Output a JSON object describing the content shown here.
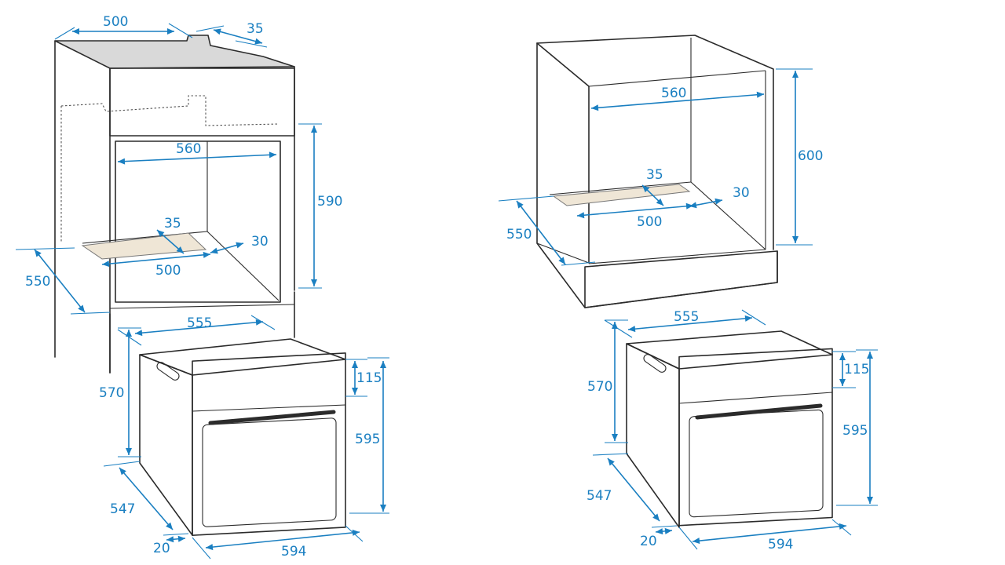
{
  "colors": {
    "dimension": "#1a7fc1",
    "outline": "#2b2b2b",
    "top_fill": "#d9d9d9",
    "cutout_fill": "#efe6d6"
  },
  "left_installation": {
    "top_cutout_width": "500",
    "top_cutout_depth": "35",
    "niche_width": "560",
    "niche_height": "590",
    "floor_cutout_depth": "35",
    "floor_cutout_width": "500",
    "floor_cutout_back": "30",
    "niche_depth": "550",
    "oven_top_width": "555",
    "oven_depth_top": "570",
    "oven_panel_height": "115",
    "oven_height": "595",
    "oven_side_depth": "547",
    "oven_front_thickness": "20",
    "oven_width": "594"
  },
  "right_installation": {
    "niche_width": "560",
    "niche_height": "600",
    "floor_cutout_depth": "35",
    "floor_cutout_back": "30",
    "floor_cutout_width": "500",
    "niche_depth": "550",
    "oven_top_width": "555",
    "oven_depth_top": "570",
    "oven_panel_height": "115",
    "oven_height": "595",
    "oven_side_depth": "547",
    "oven_front_thickness": "20",
    "oven_width": "594"
  }
}
